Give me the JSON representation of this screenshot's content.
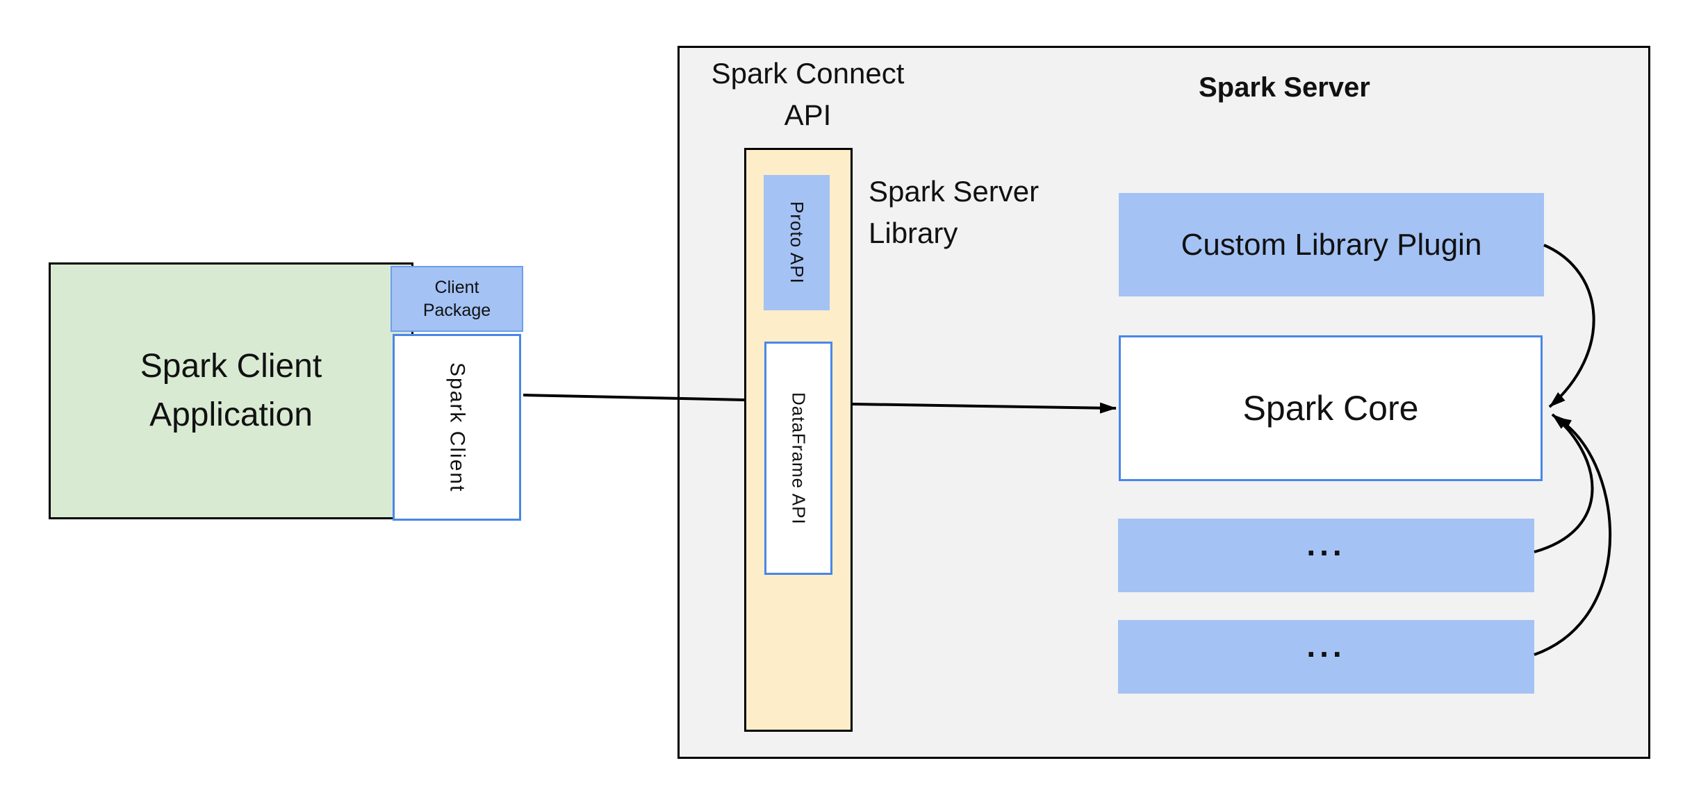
{
  "colors": {
    "green_fill": "#d9ead3",
    "blue_fill": "#a4c2f4",
    "blue_border": "#4a86e8",
    "package_border": "#6d9eeb",
    "yellow_fill": "#fdeec9",
    "gray_fill": "#f2f2f2",
    "line": "#000000",
    "text": "#111111"
  },
  "client_app": {
    "line1": "Spark Client",
    "line2": "Application"
  },
  "client_package": {
    "line1": "Client",
    "line2": "Package"
  },
  "spark_client": {
    "label": "Spark Client"
  },
  "connect_api_label": {
    "line1": "Spark Connect",
    "line2": "API"
  },
  "server_title": {
    "label": "Spark Server"
  },
  "server_library_label": {
    "line1": "Spark Server",
    "line2": "Library"
  },
  "proto_api": {
    "label": "Proto API"
  },
  "dataframe_api": {
    "label": "DataFrame API"
  },
  "custom_library_plugin": {
    "label": "Custom Library Plugin"
  },
  "spark_core": {
    "label": "Spark Core"
  },
  "placeholder_box_1": {
    "label": "..."
  },
  "placeholder_box_2": {
    "label": "..."
  }
}
